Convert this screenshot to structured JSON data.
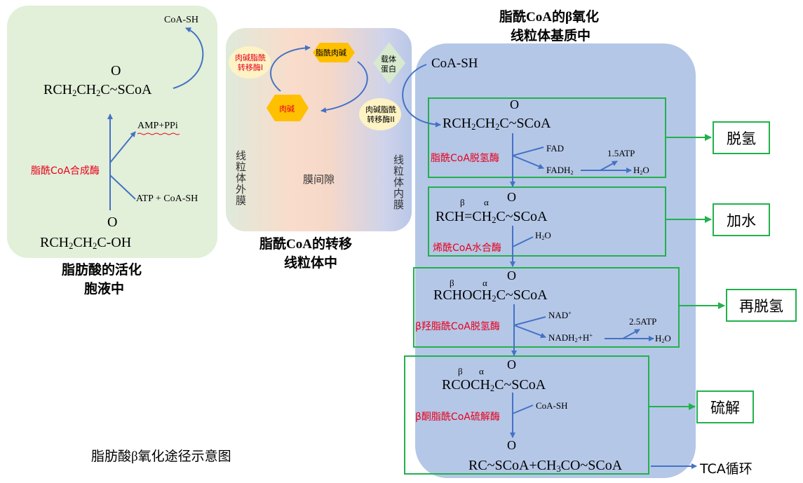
{
  "panel_left": {
    "title_line1": "脂肪酸的活化",
    "title_line2": "胞液中",
    "coa_sh": "CoA-SH",
    "product_o": "O",
    "product_formula": "RCH2CH2C~SCoA",
    "amp_ppi": "AMP+PPi",
    "enzyme": "脂酰CoA合成酶",
    "atp_coa": "ATP + CoA-SH",
    "substrate_o": "O",
    "substrate_formula": "RCH2CH2C-OH"
  },
  "panel_middle": {
    "title_line1": "脂酰CoA的转移",
    "title_line2": "线粒体中",
    "enzyme1": "肉碱脂酰转移酶I",
    "acyl_carnitine": "脂酰肉碱",
    "carrier": "载体蛋白",
    "carnitine": "肉碱",
    "enzyme2": "肉碱脂酰转移酶II",
    "outer_membrane": "线粒体外膜",
    "intermembrane": "膜间隙",
    "inner_membrane": "线粒体内膜"
  },
  "panel_right": {
    "title_line1": "脂酰CoA的β氧化",
    "title_line2": "线粒体基质中",
    "coa_sh": "CoA-SH",
    "step1": {
      "o": "O",
      "formula": "RCH2CH2C~SCoA",
      "enzyme": "脂酰CoA脱氢酶",
      "fad": "FAD",
      "fadh2": "FADH2",
      "atp": "1.5ATP",
      "h2o": "H2O",
      "label": "脱氢"
    },
    "step2": {
      "beta": "β",
      "alpha": "α",
      "o": "O",
      "formula": "RCH=CH2C~SCoA",
      "h2o": "H2O",
      "enzyme": "烯酰CoA水合酶",
      "label": "加水"
    },
    "step3": {
      "beta": "β",
      "alpha": "α",
      "o": "O",
      "formula": "RCHOCH2C~SCoA",
      "enzyme": "β羟脂酰CoA脱氢酶",
      "nad": "NAD+",
      "nadh": "NADH2+H+",
      "atp": "2.5ATP",
      "h2o": "H2O",
      "label": "再脱氢"
    },
    "step4": {
      "beta": "β",
      "alpha": "α",
      "o": "O",
      "formula": "RCOCH2C~SCoA",
      "enzyme": "β酮脂酰CoA硫解酶",
      "coa_sh": "CoA-SH",
      "product_o": "O",
      "product": "RC~SCoA+CH3CO~SCoA",
      "label": "硫解",
      "tca": "TCA循环"
    }
  },
  "caption": "脂肪酸β氧化途径示意图",
  "colors": {
    "green_panel": "#e2efd9",
    "blue_panel": "#b4c7e7",
    "green_border": "#22b14c",
    "arrow_blue": "#4472c4",
    "enzyme_red": "#e8001c",
    "hexagon": "#ffc000"
  }
}
